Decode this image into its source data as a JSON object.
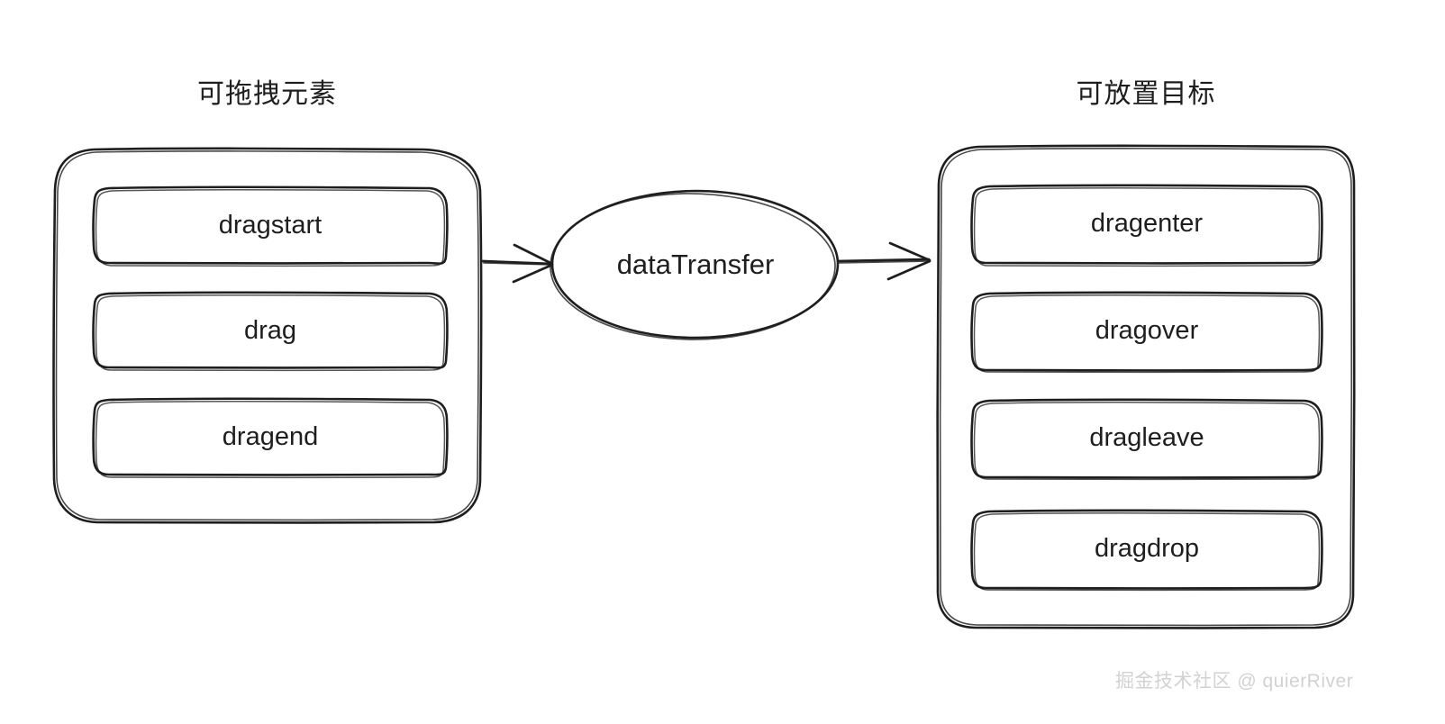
{
  "diagram": {
    "title_left": "可拖拽元素",
    "title_right": "可放置目标",
    "source": {
      "type": "diagram",
      "style": "hand-drawn",
      "stroke_color": "#1e1e1e",
      "background_color": "#ffffff",
      "watermark_color": "#d2d2d2"
    },
    "left_group": {
      "title": "可拖拽元素",
      "items": [
        {
          "label": "dragstart"
        },
        {
          "label": "drag"
        },
        {
          "label": "dragend"
        }
      ]
    },
    "center_node": {
      "label": "dataTransfer",
      "shape": "ellipse"
    },
    "right_group": {
      "title": "可放置目标",
      "items": [
        {
          "label": "dragenter"
        },
        {
          "label": "dragover"
        },
        {
          "label": "dragleave"
        },
        {
          "label": "dragdrop"
        }
      ]
    },
    "connectors": [
      {
        "name": "left-to-center",
        "from": "可拖拽元素",
        "to": "dataTransfer",
        "direction": "right"
      },
      {
        "name": "center-to-right",
        "from": "dataTransfer",
        "to": "可放置目标",
        "direction": "right"
      }
    ],
    "watermark": "掘金技术社区 @ quierRiver"
  }
}
